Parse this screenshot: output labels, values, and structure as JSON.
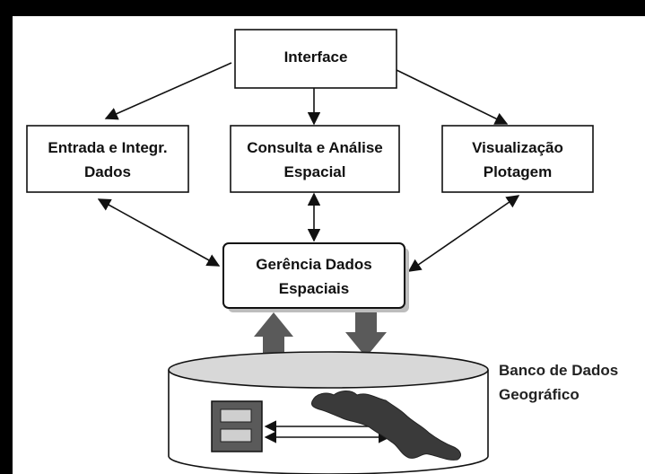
{
  "nodes": {
    "interface": {
      "line1": "Interface"
    },
    "entrada": {
      "line1": "Entrada e Integr.",
      "line2": "Dados"
    },
    "consulta": {
      "line1": "Consulta e Análise",
      "line2": "Espacial"
    },
    "visualizacao": {
      "line1": "Visualização",
      "line2": "Plotagem"
    },
    "gerencia": {
      "line1": "Gerência Dados",
      "line2": "Espaciais"
    }
  },
  "database": {
    "line1": "Banco de Dados",
    "line2": "Geográfico"
  },
  "colors": {
    "frame": "#000000",
    "panel": "#ffffff",
    "box_stroke": "#111111",
    "db_fill": "#d8d8d8",
    "map_fill": "#3a3a3a",
    "block_arrow": "#5a5a5a"
  }
}
